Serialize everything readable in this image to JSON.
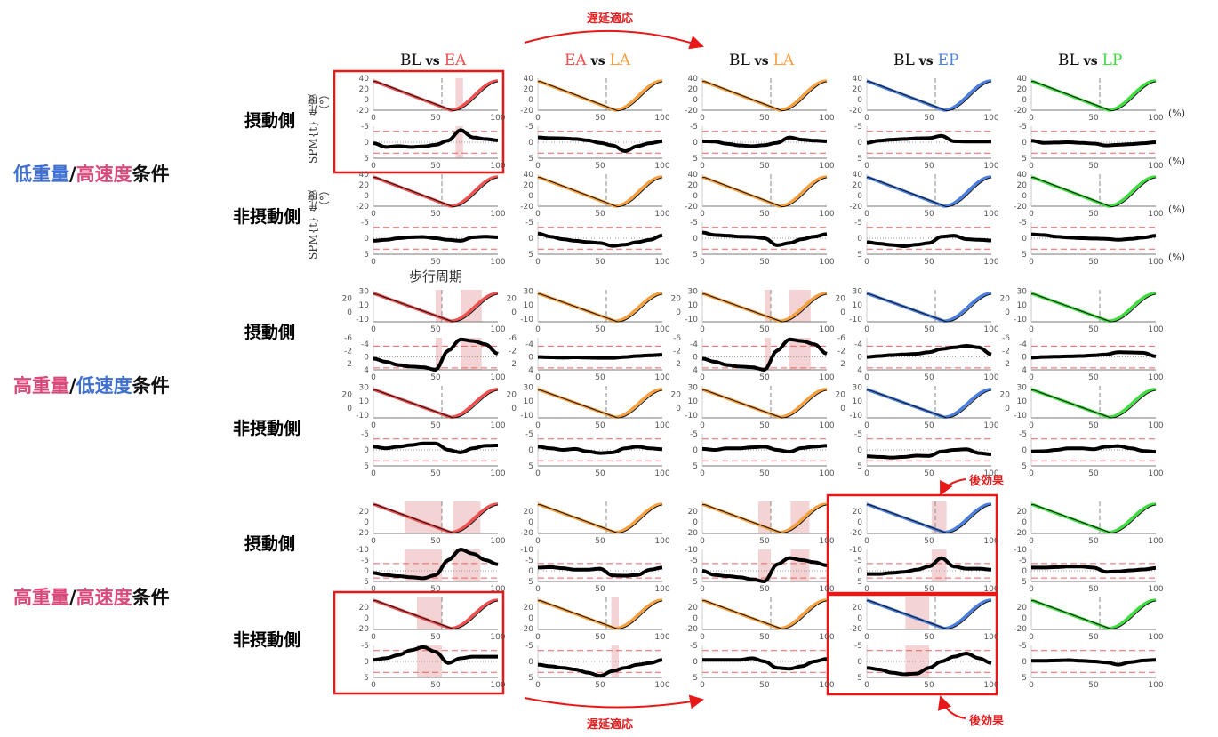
{
  "colors": {
    "EA": "#f05050",
    "LA": "#f7a040",
    "EP": "#4a7fe0",
    "LP": "#40dd40",
    "low": "#3f6fd0",
    "high": "#d94a7a",
    "box": "#e81818"
  },
  "headers": [
    {
      "a": "BL",
      "vs": " vs ",
      "b": "EA",
      "ca": "#111",
      "cb": "#f05050"
    },
    {
      "a": "EA",
      "vs": " vs ",
      "b": "LA",
      "ca": "#f05050",
      "cb": "#f7a040"
    },
    {
      "a": "BL",
      "vs": " vs ",
      "b": "LA",
      "ca": "#111",
      "cb": "#f7a040"
    },
    {
      "a": "BL",
      "vs": " vs ",
      "b": "EP",
      "ca": "#111",
      "cb": "#4a7fe0"
    },
    {
      "a": "BL",
      "vs": " vs ",
      "b": "LP",
      "ca": "#111",
      "cb": "#40dd40"
    }
  ],
  "line_colors": [
    "#f05050",
    "#f7a040",
    "#f7a040",
    "#4a7fe0",
    "#40dd40"
  ],
  "ylabels": {
    "angle": "角度（°）",
    "spm": "SPM{t}"
  },
  "xlabel": "歩行周期",
  "percent": "(%)",
  "annotations": {
    "delayed": "遅延適応",
    "after": "後効果"
  },
  "chart_data": {
    "type": "line",
    "x_ticks": [
      0,
      50,
      100
    ],
    "x_range": [
      0,
      100
    ],
    "groups": [
      {
        "label": {
          "w1": "低重量",
          "sep": "/",
          "w2": "高速度",
          "w3": "条件",
          "c1": "#3f6fd0",
          "c2": "#d94a7a"
        },
        "angle_ticks": [
          40,
          20,
          0,
          -20
        ],
        "angle_range": [
          -20,
          40
        ],
        "angle_min": -20,
        "sides": [
          {
            "label": "摂動側",
            "spm_ticks": [
              -5,
              0,
              5
            ],
            "panels": [
              {
                "spm": [
                  0.3,
                  1.5,
                  1.2,
                  1.5,
                  1.3,
                  0.8,
                  -0.5,
                  -3.8,
                  -1.5,
                  -1,
                  -0.6
                ],
                "shade": [
                  [
                    66,
                    72
                  ]
                ]
              },
              {
                "spm": [
                  -1.5,
                  -1.3,
                  -1.2,
                  -1,
                  -0.6,
                  0.2,
                  1,
                  2.8,
                  1.2,
                  0.3,
                  -0.3
                ],
                "shade": []
              },
              {
                "spm": [
                  -0.3,
                  -0.2,
                  0.5,
                  1,
                  1.2,
                  0.9,
                  0.2,
                  -1.5,
                  -0.8,
                  -0.5,
                  -0.3
                ],
                "shade": []
              },
              {
                "spm": [
                  0.2,
                  -0.5,
                  -0.8,
                  -1,
                  -1.2,
                  -1.3,
                  -2,
                  -0.3,
                  -0.2,
                  -0.2,
                  -0.2
                ],
                "shade": []
              },
              {
                "spm": [
                  -0.5,
                  0.2,
                  0.1,
                  0,
                  0.2,
                  0.4,
                  1,
                  0.8,
                  0.6,
                  0.3,
                  0
                ],
                "shade": []
              }
            ]
          },
          {
            "label": "非摂動側",
            "spm_ticks": [
              -5,
              0,
              5
            ],
            "panels": [
              {
                "spm": [
                  0.8,
                  0.5,
                  0,
                  -0.3,
                  -0.4,
                  0,
                  0.5,
                  0.8,
                  -0.3,
                  -0.5,
                  -0.3
                ],
                "shade": []
              },
              {
                "spm": [
                  -1.5,
                  -0.5,
                  0.3,
                  0.8,
                  1.2,
                  1.5,
                  2.4,
                  2,
                  1.2,
                  0.5,
                  -0.9
                ],
                "shade": []
              },
              {
                "spm": [
                  -1.8,
                  -1,
                  -0.8,
                  -0.5,
                  -0.4,
                  0,
                  2.2,
                  1.5,
                  0.3,
                  -0.5,
                  -1.3
                ],
                "shade": []
              },
              {
                "spm": [
                  1.2,
                  1.7,
                  2.1,
                  2.5,
                  2,
                  1.5,
                  -0.5,
                  -0.8,
                  0.3,
                  0.5,
                  0.7
                ],
                "shade": []
              },
              {
                "spm": [
                  -1.2,
                  -1,
                  -0.5,
                  -0.2,
                  0,
                  0.1,
                  0.2,
                  0.5,
                  0.2,
                  -0.2,
                  -0.8
                ],
                "shade": []
              }
            ]
          }
        ]
      },
      {
        "label": {
          "w1": "高重量",
          "sep": "/",
          "w2": "低速度",
          "w3": "条件",
          "c1": "#d94a7a",
          "c2": "#3f6fd0"
        },
        "angle_ticks": [
          30,
          20,
          10,
          0,
          -10
        ],
        "angle_range": [
          -14,
          32
        ],
        "angle_min": -13,
        "sides": [
          {
            "label": "摂動側",
            "spm_ticks": [
              -6,
              -4,
              -2,
              0,
              2,
              4
            ],
            "panels": [
              {
                "spm": [
                  0.5,
                  1.5,
                  2.5,
                  3,
                  3.2,
                  4,
                  -2,
                  -5.5,
                  -5,
                  -4,
                  -1
                ],
                "shade": [
                  [
                    50,
                    55
                  ],
                  [
                    70,
                    87
                  ]
                ]
              },
              {
                "spm": [
                  0,
                  0.1,
                  0.2,
                  0.1,
                  0.2,
                  0.3,
                  0.3,
                  0,
                  -0.3,
                  -0.5,
                  -0.7
                ],
                "shade": []
              },
              {
                "spm": [
                  0.5,
                  1.5,
                  2.5,
                  3,
                  3.2,
                  4,
                  -2,
                  -5.5,
                  -5,
                  -4,
                  -1
                ],
                "shade": [
                  [
                    50,
                    55
                  ],
                  [
                    70,
                    87
                  ]
                ]
              },
              {
                "spm": [
                  0,
                  -0.3,
                  -0.6,
                  -0.8,
                  -1,
                  -1.5,
                  -2.5,
                  -3,
                  -3.5,
                  -3,
                  -0.8
                ],
                "shade": []
              },
              {
                "spm": [
                  0.2,
                  0,
                  -0.1,
                  -0.2,
                  -0.3,
                  -0.5,
                  -0.8,
                  -1.5,
                  -1.4,
                  -1.3,
                  -0.2
                ],
                "shade": []
              }
            ]
          },
          {
            "label": "非摂動側",
            "spm_ticks": [
              -5,
              0,
              5
            ],
            "panels": [
              {
                "spm": [
                  -1,
                  -0.5,
                  -1,
                  -1.5,
                  -2,
                  -2,
                  0,
                  0.8,
                  -0.5,
                  -1.3,
                  -1.4
                ],
                "shade": []
              },
              {
                "spm": [
                  -1,
                  -0.5,
                  0,
                  -0.3,
                  0.5,
                  1,
                  0.8,
                  -0.5,
                  -1,
                  -0.5,
                  -0.2
                ],
                "shade": []
              },
              {
                "spm": [
                  -0.3,
                  0,
                  -0.5,
                  -0.5,
                  -0.8,
                  -1,
                  0,
                  0.6,
                  -0.6,
                  -1,
                  -1.3
                ],
                "shade": []
              },
              {
                "spm": [
                  2,
                  2.2,
                  2.4,
                  2.2,
                  1.8,
                  1.9,
                  0.5,
                  0,
                  -0.2,
                  1,
                  1.4
                ],
                "shade": []
              },
              {
                "spm": [
                  0.5,
                  0.4,
                  0,
                  -0.5,
                  -0.5,
                  -0.2,
                  -1,
                  -1.2,
                  -0.5,
                  0.3,
                  0.6
                ],
                "shade": []
              }
            ]
          }
        ]
      },
      {
        "label": {
          "w1": "高重量",
          "sep": "/",
          "w2": "高速度",
          "w3": "条件",
          "c1": "#d94a7a",
          "c2": "#d94a7a"
        },
        "angle_ticks": [
          20,
          0,
          -20
        ],
        "angle_range": [
          -22,
          38
        ],
        "angle_min": -20,
        "sides": [
          {
            "label": "摂動側",
            "spm_ticks": [
              -10,
              -5,
              0,
              5
            ],
            "panels": [
              {
                "spm": [
                  1,
                  2,
                  2.5,
                  3,
                  3.5,
                  2,
                  -5,
                  -10,
                  -8,
                  -5,
                  -3
                ],
                "shade": [
                  [
                    25,
                    55
                  ],
                  [
                    64,
                    86
                  ]
                ]
              },
              {
                "spm": [
                  -1.5,
                  -1.7,
                  -1.2,
                  -0.5,
                  -0.5,
                  -1,
                  2.2,
                  2.3,
                  2,
                  -0.5,
                  -1.5
                ],
                "shade": []
              },
              {
                "spm": [
                  0,
                  2,
                  2.5,
                  3,
                  4,
                  5,
                  -3,
                  -6,
                  -5,
                  -4,
                  -2.5
                ],
                "shade": [
                  [
                    45,
                    55
                  ],
                  [
                    71,
                    86
                  ]
                ]
              },
              {
                "spm": [
                  1.5,
                  1.5,
                  1,
                  0.5,
                  -0.5,
                  -2,
                  -6,
                  -2,
                  -1,
                  -1,
                  -0.5
                ],
                "shade": [
                  [
                    52,
                    64
                  ]
                ]
              },
              {
                "spm": [
                  -1.5,
                  -1.5,
                  -1.7,
                  -2,
                  -2,
                  -1.5,
                  0.5,
                  0.3,
                  -0.2,
                  -0.6,
                  -1.3
                ],
                "shade": []
              }
            ]
          },
          {
            "label": "非摂動側",
            "spm_ticks": [
              -5,
              0,
              5
            ],
            "panels": [
              {
                "spm": [
                  -0.5,
                  -1,
                  -2,
                  -3.5,
                  -4.5,
                  -3,
                  0.5,
                  -1,
                  -1.5,
                  -1.5,
                  -1.5
                ],
                "shade": [
                  [
                    35,
                    55
                  ]
                ]
              },
              {
                "spm": [
                  1,
                  1.5,
                  2,
                  2.5,
                  3.5,
                  4.5,
                  3,
                  2,
                  1,
                  0.5,
                  -0.5
                ],
                "shade": [
                  [
                    59,
                    65
                  ]
                ]
              },
              {
                "spm": [
                  -0.5,
                  -0.5,
                  -0.5,
                  -0.5,
                  -1,
                  0,
                  2,
                  2.3,
                  1.5,
                  0,
                  -0.8
                ],
                "shade": []
              },
              {
                "spm": [
                  2,
                  2.5,
                  3.5,
                  4,
                  3.8,
                  2,
                  0,
                  -1.5,
                  -2.5,
                  -1,
                  0.5
                ],
                "shade": [
                  [
                    31,
                    50
                  ]
                ]
              },
              {
                "spm": [
                  -0.2,
                  -0.2,
                  -0.3,
                  -0.4,
                  -0.2,
                  0,
                  0.3,
                  1,
                  0.2,
                  -0.3,
                  -0.5
                ],
                "shade": []
              }
            ]
          }
        ]
      }
    ]
  }
}
